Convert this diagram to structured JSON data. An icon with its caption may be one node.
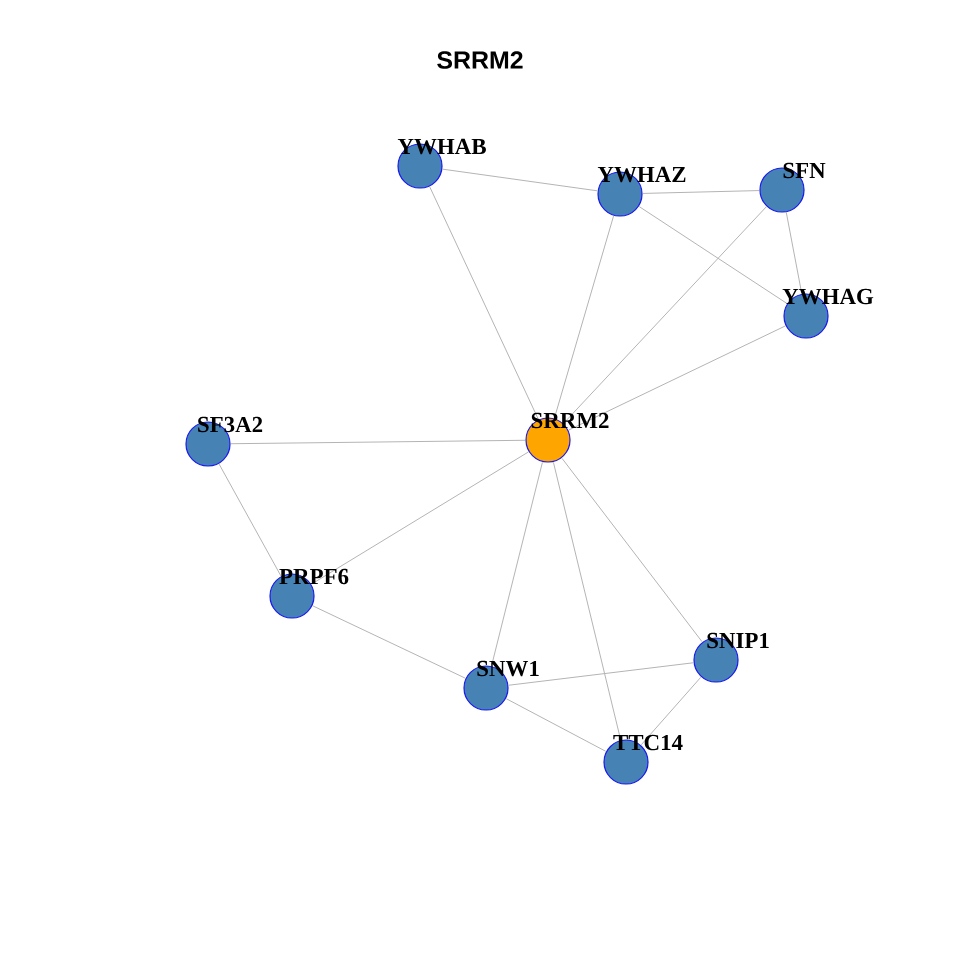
{
  "diagram": {
    "title": "SRRM2",
    "nodes": [
      {
        "text": [
          "YWHAB"
        ]
      },
      {
        "text": [
          "YWHAZ"
        ]
      },
      {
        "text": [
          "SFN"
        ]
      },
      {
        "text": [
          "YWHAG"
        ]
      },
      {
        "text": [
          "SF3A2"
        ]
      },
      {
        "text": [
          "SRRM2"
        ]
      },
      {
        "text": [
          "PRPF6"
        ]
      },
      {
        "text": [
          "SNW1"
        ]
      },
      {
        "text": [
          "SNIP1"
        ]
      },
      {
        "text": [
          "TTC14"
        ]
      }
    ],
    "edges": [
      {
        "from": 0,
        "to": 1,
        "arrow": "none"
      },
      {
        "from": 0,
        "to": 5,
        "arrow": "none"
      },
      {
        "from": 1,
        "to": 2,
        "arrow": "none"
      },
      {
        "from": 1,
        "to": 3,
        "arrow": "none"
      },
      {
        "from": 1,
        "to": 5,
        "arrow": "none"
      },
      {
        "from": 2,
        "to": 3,
        "arrow": "none"
      },
      {
        "from": 2,
        "to": 5,
        "arrow": "none"
      },
      {
        "from": 3,
        "to": 5,
        "arrow": "none"
      },
      {
        "from": 4,
        "to": 5,
        "arrow": "none"
      },
      {
        "from": 4,
        "to": 6,
        "arrow": "none"
      },
      {
        "from": 6,
        "to": 5,
        "arrow": "none"
      },
      {
        "from": 6,
        "to": 7,
        "arrow": "none"
      },
      {
        "from": 5,
        "to": 7,
        "arrow": "none"
      },
      {
        "from": 5,
        "to": 8,
        "arrow": "none"
      },
      {
        "from": 5,
        "to": 9,
        "arrow": "none"
      },
      {
        "from": 7,
        "to": 8,
        "arrow": "none"
      },
      {
        "from": 7,
        "to": 9,
        "arrow": "none"
      },
      {
        "from": 8,
        "to": 9,
        "arrow": "none"
      }
    ]
  }
}
